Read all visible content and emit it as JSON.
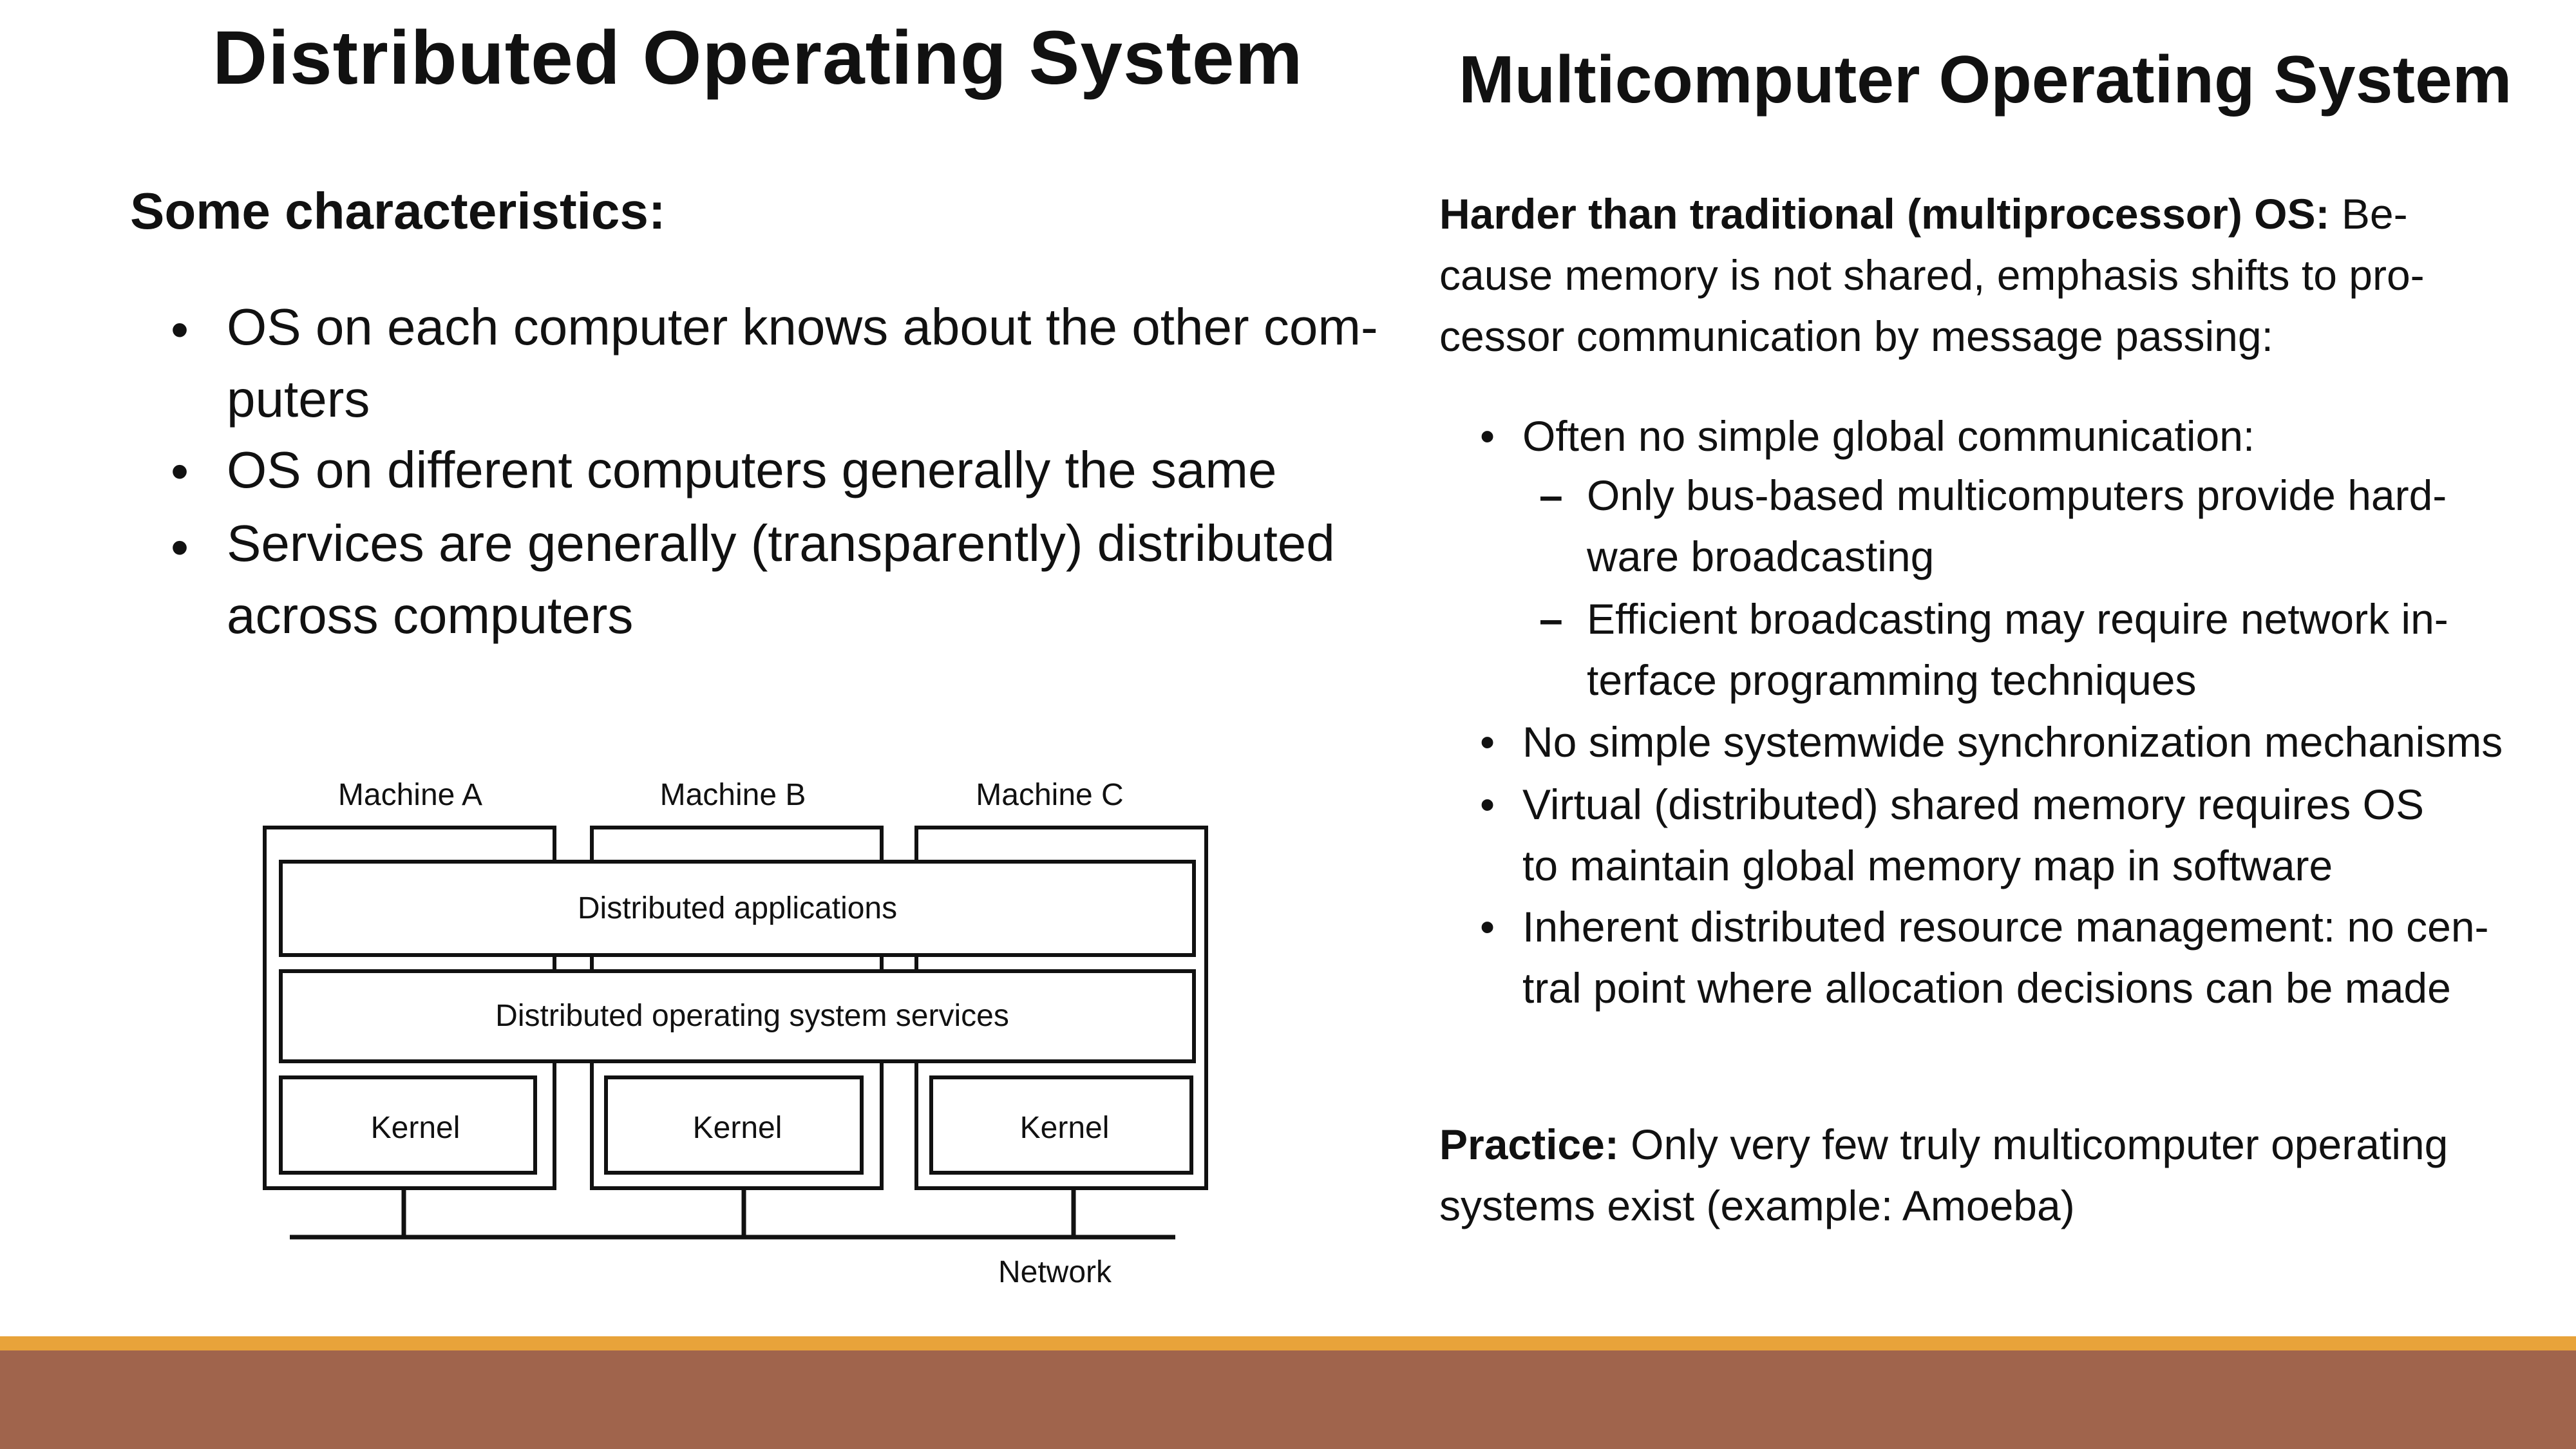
{
  "left": {
    "title": "Distributed Operating System",
    "subtitle": "Some characteristics:",
    "bullets": [
      {
        "lines": [
          "OS on each computer knows about the other com-",
          "puters"
        ]
      },
      {
        "lines": [
          "OS on different computers generally the same"
        ]
      },
      {
        "lines": [
          "Services are generally (transparently) distributed",
          "across computers"
        ]
      }
    ]
  },
  "diagram": {
    "machines": [
      "Machine A",
      "Machine B",
      "Machine C"
    ],
    "layers": [
      "Distributed applications",
      "Distributed operating system services"
    ],
    "kernel_label": "Kernel",
    "network_label": "Network"
  },
  "right": {
    "title": "Multicomputer Operating System",
    "intro": {
      "bold": "Harder than traditional (multiprocessor) OS:",
      "lines": [
        " Be-",
        "cause memory is not shared, emphasis shifts to pro-",
        "cessor communication by message passing:"
      ]
    },
    "bullets": [
      {
        "lines": [
          "Often no simple global communication:"
        ]
      },
      {
        "lines": [
          "No simple systemwide synchronization mechanisms"
        ]
      },
      {
        "lines": [
          "Virtual (distributed) shared memory requires OS",
          "to maintain global memory map in software"
        ]
      },
      {
        "lines": [
          "Inherent distributed resource management: no cen-",
          "tral point where allocation decisions can be made"
        ]
      }
    ],
    "subbullets": [
      {
        "lines": [
          "Only bus-based multicomputers provide hard-",
          "ware broadcasting"
        ]
      },
      {
        "lines": [
          "Efficient broadcasting may require network in-",
          "terface programming techniques"
        ]
      }
    ],
    "practice": {
      "bold": "Practice:",
      "lines": [
        " Only very few truly multicomputer operating",
        "systems exist (example:  Amoeba)"
      ]
    }
  },
  "colors": {
    "footer_stripe": "#E8A33A",
    "footer_bar": "#A0644C"
  }
}
